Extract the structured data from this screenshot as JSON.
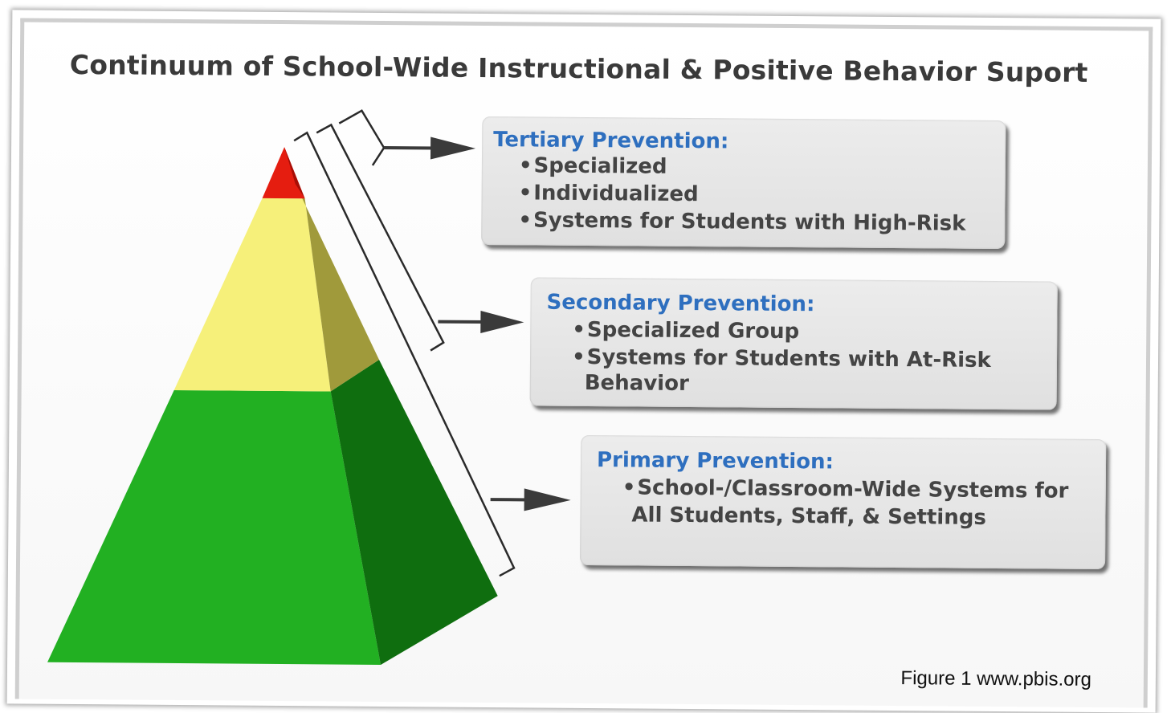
{
  "title": "Continuum of School-Wide Instructional & Positive Behavior Suport",
  "tiers": [
    {
      "heading": "Tertiary Prevention:",
      "items": [
        "Specialized",
        "Individualized",
        "Systems for Students with High-Risk"
      ]
    },
    {
      "heading": "Secondary Prevention:",
      "items": [
        "Specialized Group",
        "Systems for Students with At-Risk",
        "Behavior"
      ]
    },
    {
      "heading": "Primary Prevention:",
      "items": [
        "School-/Classroom-Wide Systems for",
        "All Students, Staff, & Settings"
      ]
    }
  ],
  "caption": "Figure 1 www.pbis.org",
  "colors": {
    "heading": "#2e6fbf",
    "tertiary": "#e01e12",
    "secondary": "#f2ef7a",
    "primary": "#1fa71f"
  }
}
